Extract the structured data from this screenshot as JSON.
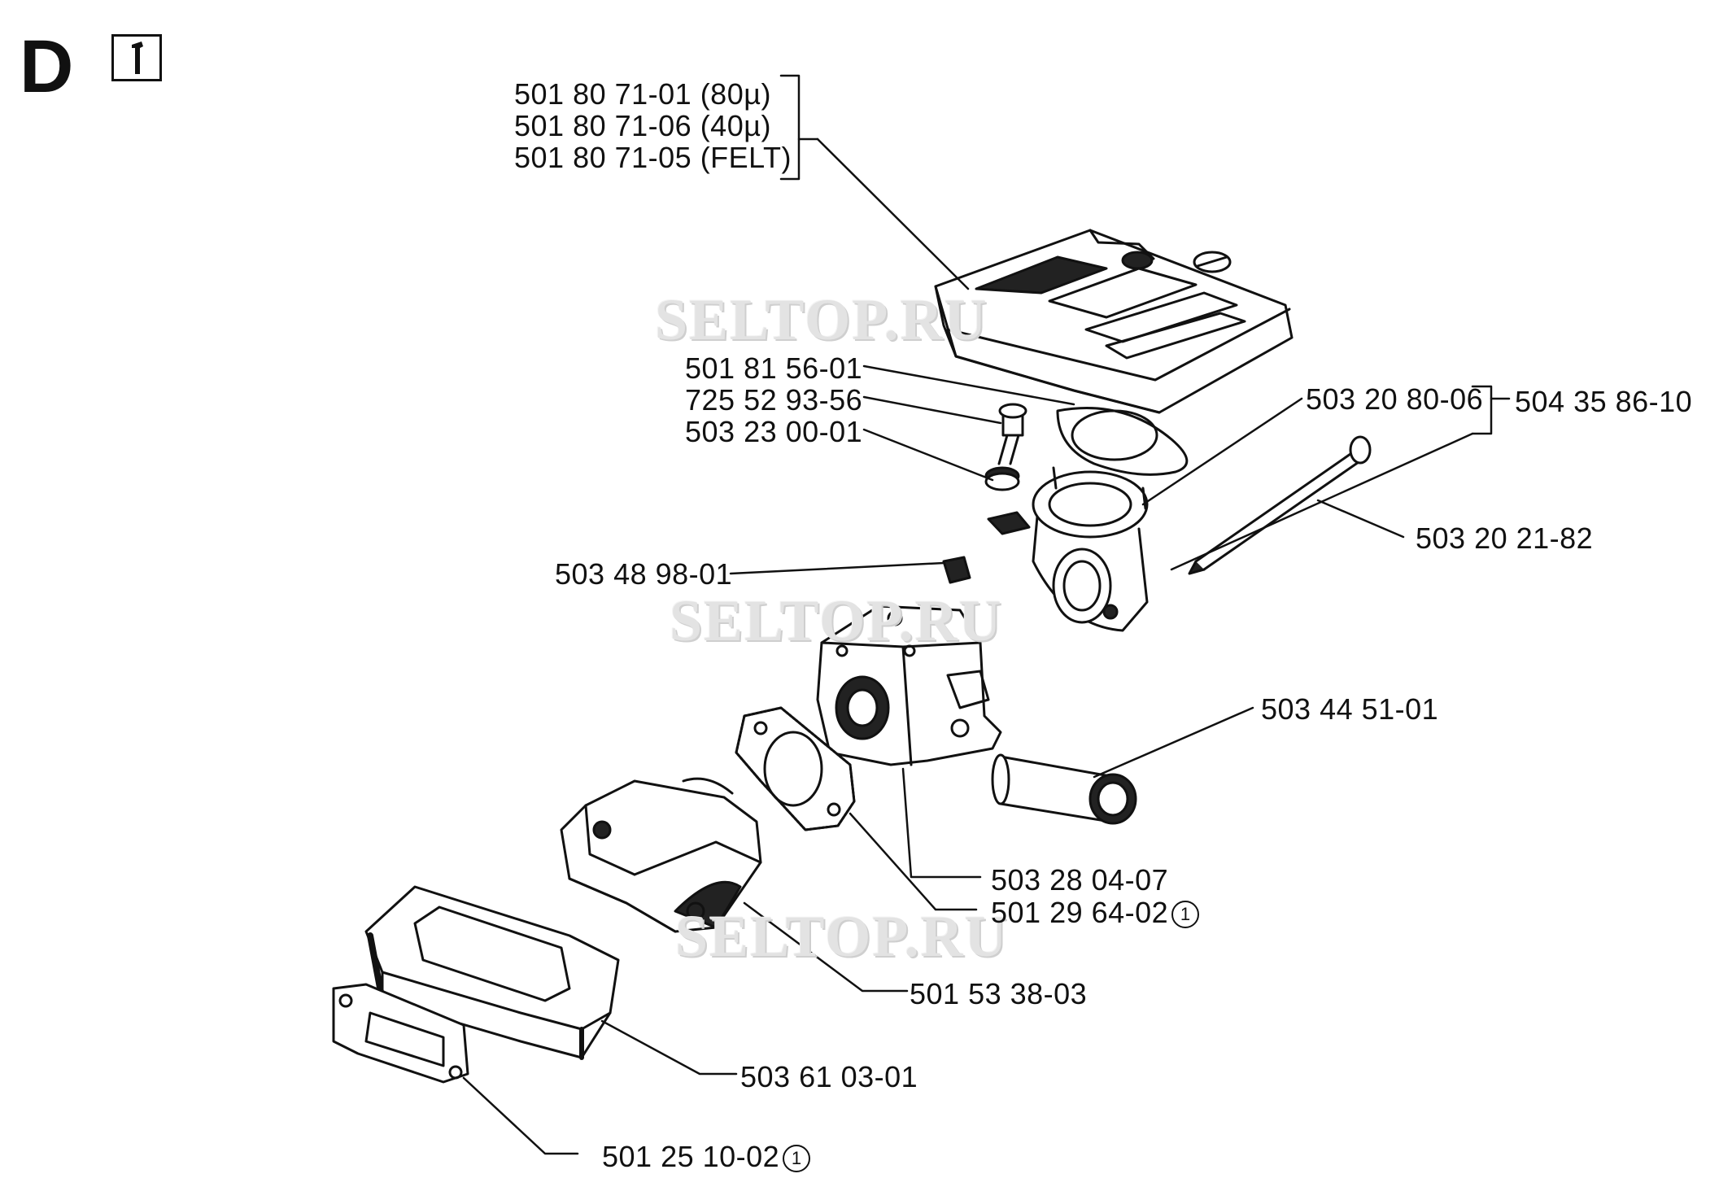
{
  "section_letter": "D",
  "icons": {
    "tool": "wrench-icon"
  },
  "watermark": "SELTOP.RU",
  "labels": {
    "air_filter_80": "501 80 71-01 (80µ)",
    "air_filter_40": "501 80 71-06 (40µ)",
    "air_filter_felt": "501 80 71-05 (FELT)",
    "gasket_filter": "501 81 56-01",
    "screw": "725 52 93-56",
    "nut": "503 23 00-01",
    "carb_adapter": "503 20 80-06",
    "carb_adapter_kit": "504 35 86-10",
    "bolt_long": "503 20 21-82",
    "clip": "503 48 98-01",
    "fuel_hose": "503 44 51-01",
    "carburetor": "503 28 04-07",
    "gasket_carb": "501 29 64-02",
    "intake_manifold": "501 53 38-03",
    "rubber_flange": "503 61 03-01",
    "gasket_cylinder": "501 25 10-02"
  },
  "footnote_mark": "1",
  "colors": {
    "ink": "#111111",
    "watermark": "#e3e3e3",
    "background": "#ffffff"
  }
}
